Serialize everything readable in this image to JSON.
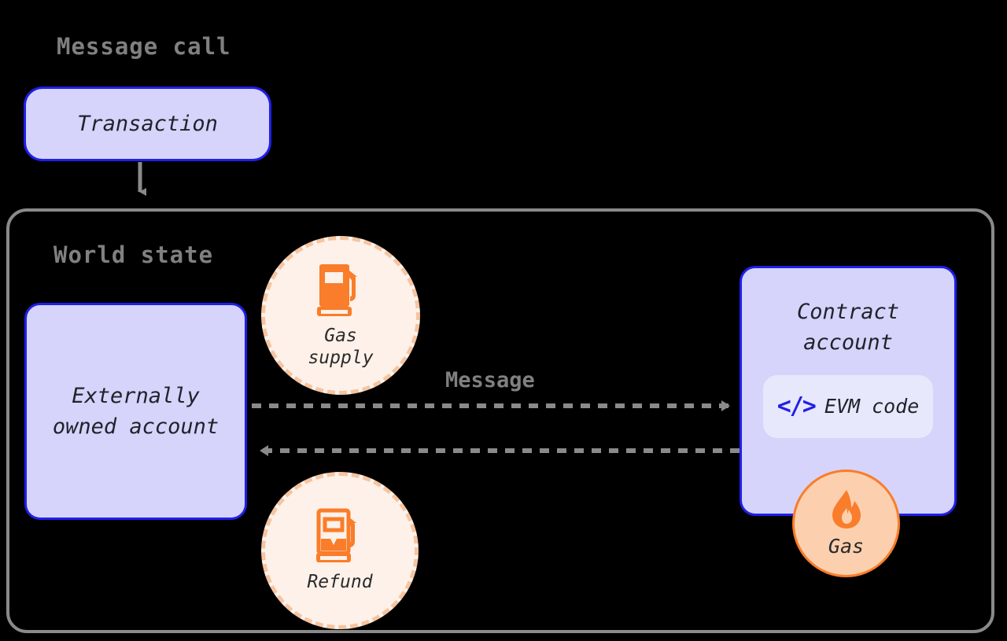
{
  "diagram": {
    "title": "Message call",
    "background_color": "#000000",
    "colors": {
      "box_fill": "#d6d4fb",
      "box_border": "#1f1fe8",
      "container_border": "#8a8a8a",
      "label_gray": "#808080",
      "accent_orange": "#f97d2a",
      "circle_fill_peach": "#fdf1e9",
      "circle_dash_border": "#f6c4a0",
      "flame_circle_fill": "#fcd0ae",
      "evm_pill_fill": "#e8e8fc",
      "code_icon_blue": "#2020e8",
      "arrow_gray": "#8a8a8a"
    }
  },
  "headings": {
    "message_call": "Message call",
    "world_state": "World state"
  },
  "nodes": {
    "transaction": {
      "label": "Transaction"
    },
    "externally_owned_account": {
      "label": "Externally\nowned account"
    },
    "contract_account": {
      "label": "Contract\naccount",
      "evm_code": {
        "label": "EVM code",
        "icon": "code-icon",
        "icon_glyph": "</>"
      }
    },
    "gas_supply": {
      "label": "Gas\nsupply",
      "icon": "gas-pump-icon"
    },
    "refund": {
      "label": "Refund",
      "icon": "gas-pump-half-icon"
    },
    "gas": {
      "label": "Gas",
      "icon": "flame-icon"
    }
  },
  "edges": {
    "transaction_to_world_state": {
      "label": "",
      "style": "solid",
      "direction": "down"
    },
    "eoa_to_contract": {
      "label": "Message",
      "style": "dashed",
      "direction": "right"
    },
    "contract_to_eoa": {
      "label": "",
      "style": "dashed",
      "direction": "left"
    }
  }
}
